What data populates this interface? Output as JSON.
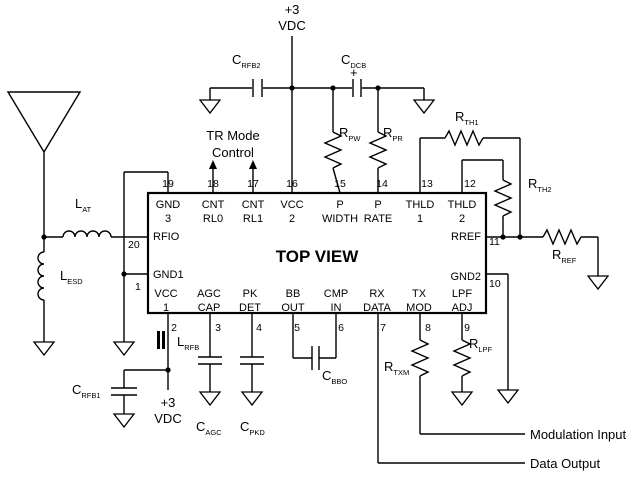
{
  "title": "TOP VIEW",
  "supply_top": {
    "line1": "+3",
    "line2": "VDC"
  },
  "supply_bottom": {
    "line1": "+3",
    "line2": "VDC"
  },
  "tr_mode": {
    "line1": "TR Mode",
    "line2": "Control"
  },
  "modulation_input": "Modulation Input",
  "data_output": "Data Output",
  "pins_top": [
    {
      "num": "19",
      "l1": "GND",
      "l2": "3"
    },
    {
      "num": "18",
      "l1": "CNT",
      "l2": "RL0"
    },
    {
      "num": "17",
      "l1": "CNT",
      "l2": "RL1"
    },
    {
      "num": "16",
      "l1": "VCC",
      "l2": "2"
    },
    {
      "num": "15",
      "l1": "P",
      "l2": "WIDTH"
    },
    {
      "num": "14",
      "l1": "P",
      "l2": "RATE"
    },
    {
      "num": "13",
      "l1": "THLD",
      "l2": "1"
    },
    {
      "num": "12",
      "l1": "THLD",
      "l2": "2"
    }
  ],
  "pins_bottom": [
    {
      "num": "2",
      "l1": "VCC",
      "l2": "1"
    },
    {
      "num": "3",
      "l1": "AGC",
      "l2": "CAP"
    },
    {
      "num": "4",
      "l1": "PK",
      "l2": "DET"
    },
    {
      "num": "5",
      "l1": "BB",
      "l2": "OUT"
    },
    {
      "num": "6",
      "l1": "CMP",
      "l2": "IN"
    },
    {
      "num": "7",
      "l1": "RX",
      "l2": "DATA"
    },
    {
      "num": "8",
      "l1": "TX",
      "l2": "MOD"
    },
    {
      "num": "9",
      "l1": "LPF",
      "l2": "ADJ"
    }
  ],
  "pins_side": {
    "p20": {
      "num": "20",
      "label": "RFIO"
    },
    "p1": {
      "num": "1",
      "label": "GND1"
    },
    "p11": {
      "num": "11",
      "label": "RREF"
    },
    "p10": {
      "num": "10",
      "label": "GND2"
    }
  },
  "components": {
    "C_RFB2": {
      "base": "C",
      "sub": "RFB2"
    },
    "C_DCB": {
      "base": "C",
      "sub": "DCB"
    },
    "R_PW": {
      "base": "R",
      "sub": "PW"
    },
    "R_PR": {
      "base": "R",
      "sub": "PR"
    },
    "R_TH1": {
      "base": "R",
      "sub": "TH1"
    },
    "R_TH2": {
      "base": "R",
      "sub": "TH2"
    },
    "R_REF": {
      "base": "R",
      "sub": "REF"
    },
    "L_AT": {
      "base": "L",
      "sub": "AT"
    },
    "L_ESD": {
      "base": "L",
      "sub": "ESD"
    },
    "L_RFB": {
      "base": "L",
      "sub": "RFB"
    },
    "C_RFB1": {
      "base": "C",
      "sub": "RFB1"
    },
    "C_AGC": {
      "base": "C",
      "sub": "AGC"
    },
    "C_PKD": {
      "base": "C",
      "sub": "PKD"
    },
    "C_BBO": {
      "base": "C",
      "sub": "BBO"
    },
    "R_TXM": {
      "base": "R",
      "sub": "TXM"
    },
    "R_LPF": {
      "base": "R",
      "sub": "LPF"
    }
  },
  "polarity_mark": "+"
}
